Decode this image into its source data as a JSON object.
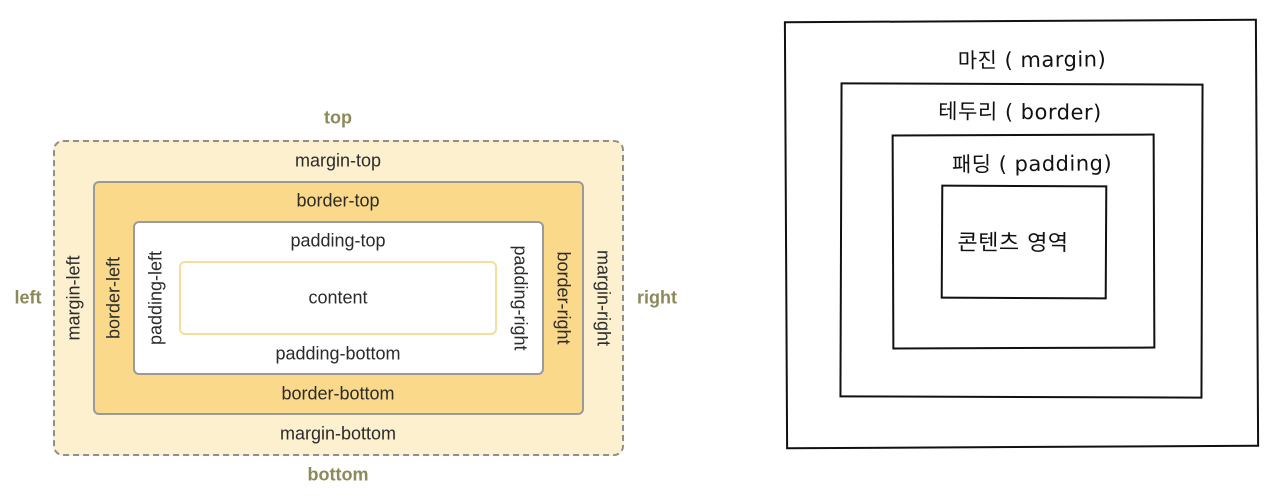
{
  "left_diagram": {
    "sides": {
      "top": "top",
      "bottom": "bottom",
      "left": "left",
      "right": "right"
    },
    "margin": {
      "top": "margin-top",
      "bottom": "margin-bottom",
      "left": "margin-left",
      "right": "margin-right"
    },
    "border": {
      "top": "border-top",
      "bottom": "border-bottom",
      "left": "border-left",
      "right": "border-right"
    },
    "padding": {
      "top": "padding-top",
      "bottom": "padding-bottom",
      "left": "padding-left",
      "right": "padding-right"
    },
    "content": "content",
    "colors": {
      "side_label": "#8c8a5a",
      "margin_fill": "#fdf0cf",
      "border_fill": "#fbd98a",
      "padding_fill": "#ffffff",
      "content_outline": "#f6dd9e",
      "box_outline": "#9a9a9a"
    }
  },
  "right_diagram": {
    "margin_label": "마진 ( margin)",
    "border_label": "테두리 ( border)",
    "padding_label": "패딩 ( padding)",
    "content_label": "콘텐츠 영역"
  }
}
